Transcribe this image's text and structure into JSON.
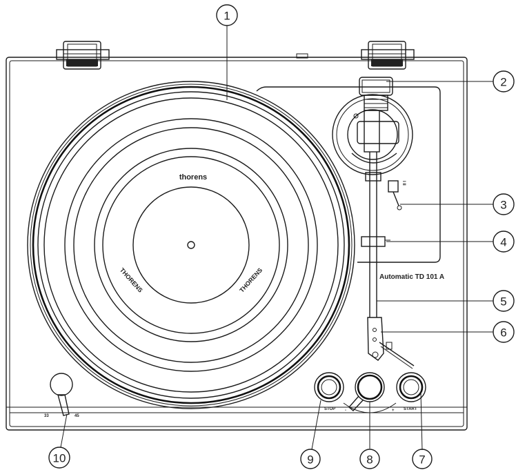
{
  "figure": {
    "model_label": "Automatic TD 101 A",
    "brand_label": "THORENS",
    "logo_text": "thorens",
    "stop_label": "STOP",
    "start_label": "START",
    "speed_low_label": "33",
    "speed_high_label": "45",
    "pitch_minus_label": "-",
    "pitch_plus_label": "+"
  },
  "callouts": [
    {
      "id": "1",
      "label": "1"
    },
    {
      "id": "2",
      "label": "2"
    },
    {
      "id": "3",
      "label": "3"
    },
    {
      "id": "4",
      "label": "4"
    },
    {
      "id": "5",
      "label": "5"
    },
    {
      "id": "6",
      "label": "6"
    },
    {
      "id": "7",
      "label": "7"
    },
    {
      "id": "8",
      "label": "8"
    },
    {
      "id": "9",
      "label": "9"
    },
    {
      "id": "10",
      "label": "10"
    }
  ]
}
